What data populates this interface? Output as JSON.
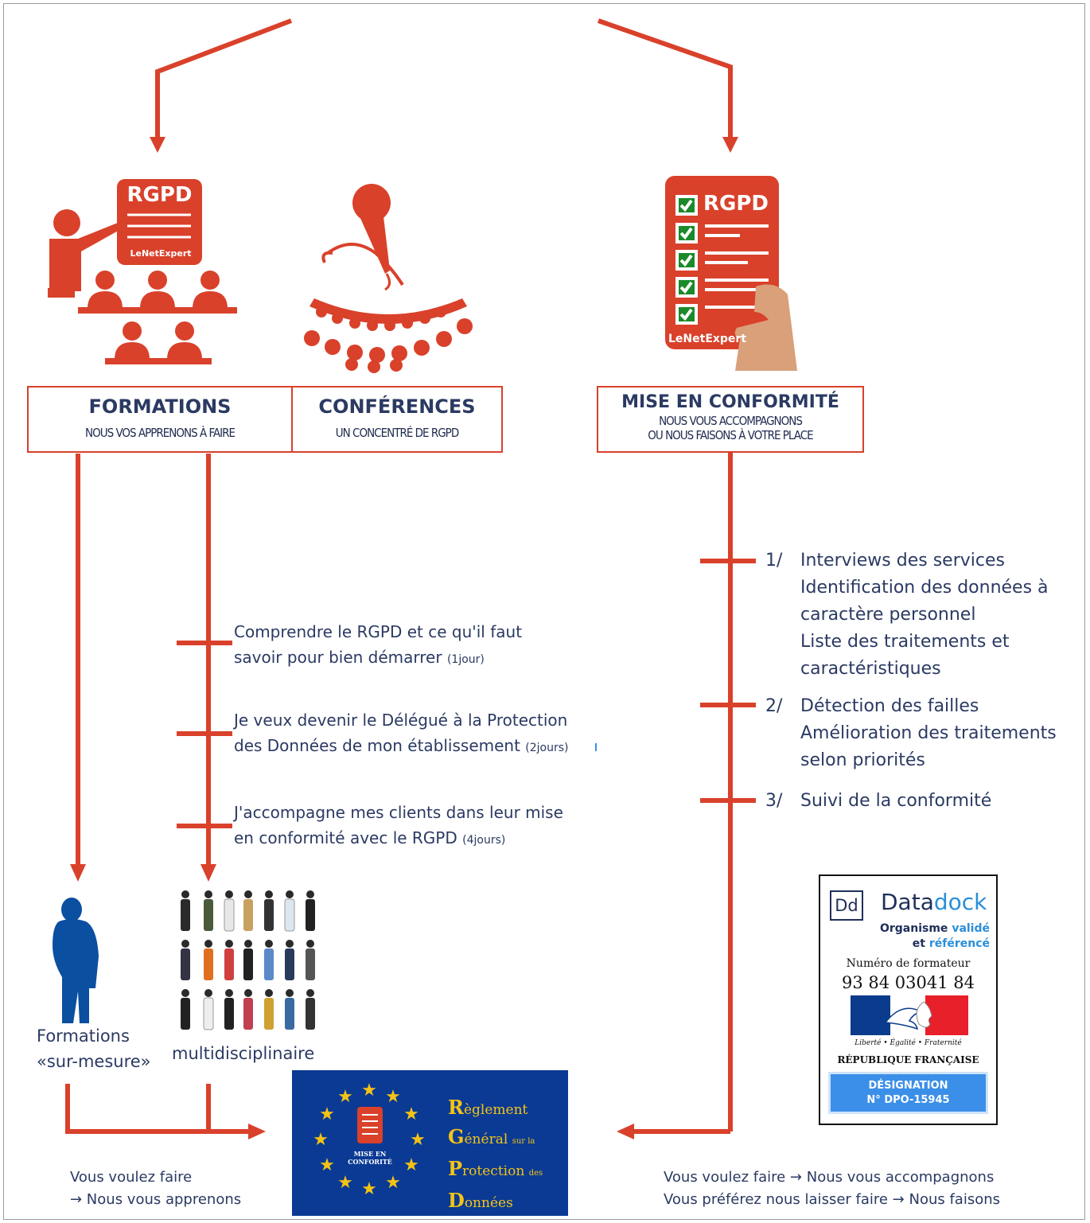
{
  "colors": {
    "accent": "#d9412b",
    "navy": "#2b3a63",
    "person_blue": "#0b4fa0",
    "eu_blue": "#0a3a94",
    "eu_gold": "#f4c316"
  },
  "icons": {
    "training": "teacher-with-students-icon",
    "conference": "microphone-audience-icon",
    "compliance": "checklist-hand-icon"
  },
  "training_icon": {
    "badge": "RGPD",
    "brand": "LeNetExpert"
  },
  "compliance_icon": {
    "badge": "RGPD",
    "brand": "LeNetExpert"
  },
  "boxes": {
    "formations": {
      "title": "FORMATIONS",
      "subtitle": "NOUS VOS APPRENONS À FAIRE"
    },
    "conferences": {
      "title": "CONFÉRENCES",
      "subtitle": "UN CONCENTRÉ DE RGPD"
    },
    "conformite": {
      "title": "MISE EN CONFORMITÉ",
      "subtitle1": "NOUS VOUS ACCOMPAGNONS",
      "subtitle2": "OU NOUS FAISONS À VOTRE PLACE"
    }
  },
  "courses": [
    {
      "line1": "Comprendre le RGPD et ce qu'il faut",
      "line2": "savoir pour bien démarrer",
      "duration": "(1jour)"
    },
    {
      "line1": "Je veux devenir le Délégué à la Protection",
      "line2": "des Données de mon établissement",
      "duration": "(2jours)"
    },
    {
      "line1": "J'accompagne mes clients dans leur mise",
      "line2": "en conformité avec le RGPD",
      "duration": "(4jours)"
    }
  ],
  "steps": [
    {
      "num": "1/",
      "lines": [
        "Interviews des services",
        "Identification des données à",
        "caractère personnel",
        "Liste des traitements et",
        "caractéristiques"
      ]
    },
    {
      "num": "2/",
      "lines": [
        "Détection des failles",
        "Amélioration des traitements",
        "selon priorités"
      ]
    },
    {
      "num": "3/",
      "lines": [
        "Suivi de la conformité"
      ]
    }
  ],
  "captions": {
    "sur_mesure_1": "Formations",
    "sur_mesure_2": "«sur-mesure»",
    "multidisciplinaire": "multidisciplinaire"
  },
  "eu_logo": {
    "badge_line1": "MISE EN",
    "badge_line2": "CONFORITÉ",
    "words": [
      {
        "initial": "R",
        "rest": "èglement",
        "small": ""
      },
      {
        "initial": "G",
        "rest": "énéral",
        "small": "sur la"
      },
      {
        "initial": "P",
        "rest": "rotection",
        "small": "des"
      },
      {
        "initial": "D",
        "rest": "onnées",
        "small": ""
      }
    ]
  },
  "datadock": {
    "mark": "Dd",
    "name_a": "Data",
    "name_b": "dock",
    "sub1_a": "Organisme ",
    "sub1_b": "validé",
    "sub2_a": "et ",
    "sub2_b": "référencé",
    "num_label": "Numéro de formateur",
    "number": "93 84 03041 84",
    "motto": "Liberté • Égalité • Fraternité",
    "republic": "RÉPUBLIQUE FRANÇAISE",
    "designation_1": "DÉSIGNATION",
    "designation_2": "N° DPO-15945"
  },
  "footer": {
    "left_1": "Vous voulez faire",
    "left_2": "→ Nous  vous apprenons",
    "right_1": "Vous voulez faire → Nous vous accompagnons",
    "right_2": "Vous préférez nous laisser faire → Nous faisons"
  }
}
